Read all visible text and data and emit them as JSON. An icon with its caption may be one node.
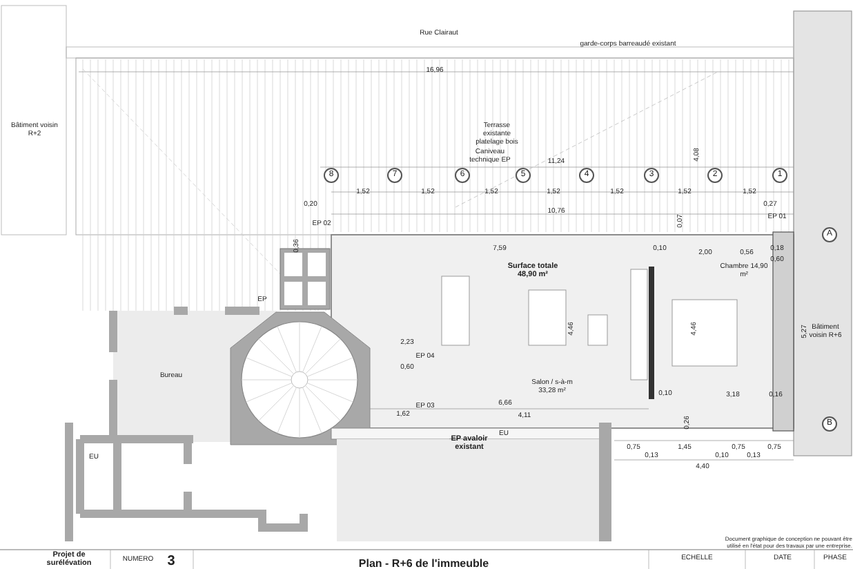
{
  "diagram": {
    "title": "Plan - R+6 de l'immeuble",
    "nodes": [
      {
        "text": [
          "8"
        ]
      },
      {
        "text": [
          "7"
        ]
      },
      {
        "text": [
          "6"
        ]
      },
      {
        "text": [
          "5"
        ]
      },
      {
        "text": [
          "4"
        ]
      },
      {
        "text": [
          "3"
        ]
      },
      {
        "text": [
          "2"
        ]
      },
      {
        "text": [
          "1"
        ]
      },
      {
        "text": [
          "A"
        ]
      },
      {
        "text": [
          "B"
        ]
      }
    ],
    "edges": [],
    "labels": [
      "Rue Clairaut",
      "garde-corps barreaudé existant",
      "16,96",
      "Bâtiment voisin R+2",
      "Terrasse existante platelage bois",
      "Caniveau technique EP",
      "4,08",
      "11,24",
      "1,52",
      "1,52",
      "1,52",
      "1,52",
      "1,52",
      "1,52",
      "1,52",
      "0,27",
      "10,76",
      "0,20",
      "EP 02",
      "EP 01",
      "0,07",
      "0,36",
      "7,59",
      "0,10",
      "2,00",
      "0,56",
      "0,18",
      "0,60",
      "Surface totale 48,90 m²",
      "Chambre 14,90 m²",
      "EP",
      "4,46",
      "4,46",
      "5,27",
      "Bâtiment voisin R+6",
      "2,23",
      "EP 04",
      "Bureau",
      "0,60",
      "Salon / s-à-m 33,28 m²",
      "0,10",
      "3,18",
      "0,16",
      "6,66",
      "EP 03",
      "1,62",
      "4,11",
      "0,26",
      "EP avaloir existant",
      "EU",
      "0,75",
      "1,45",
      "0,75",
      "0,75",
      "0,13",
      "0,10",
      "0,13",
      "4,40",
      "EU",
      "Document graphique de conception ne pouvant être utilisé en l'état pour des travaux par une entreprise.",
      "Projet de surélévation",
      "NUMERO",
      "3",
      "ECHELLE",
      "DATE",
      "PHASE"
    ]
  }
}
